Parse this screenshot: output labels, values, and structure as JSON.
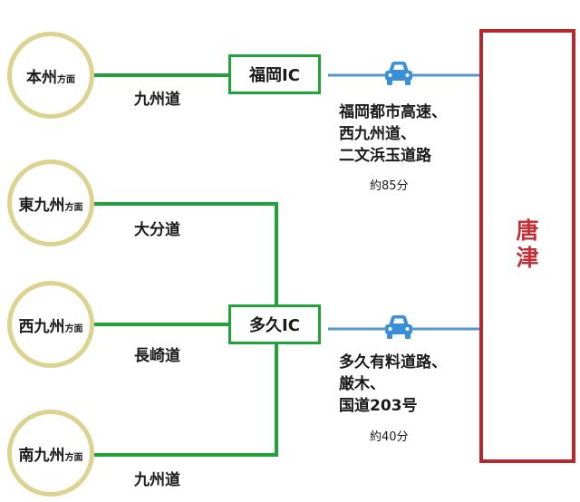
{
  "origins": [
    {
      "main": "本州",
      "suffix": "方面"
    },
    {
      "main": "東九州",
      "suffix": "方面"
    },
    {
      "main": "西九州",
      "suffix": "方面"
    },
    {
      "main": "南九州",
      "suffix": "方面"
    }
  ],
  "interchanges": [
    "福岡IC",
    "多久IC"
  ],
  "expressways": {
    "top": "九州道",
    "east": "大分道",
    "west": "長崎道",
    "south": "九州道"
  },
  "routes": [
    {
      "lines": [
        "福岡都市高速、",
        "西九州道、",
        "二文浜玉道路"
      ],
      "time": "約85分"
    },
    {
      "lines": [
        "多久有料道路、",
        "厳木、",
        "国道203号"
      ],
      "time": "約40分"
    }
  ],
  "destination": {
    "chars": [
      "唐",
      "津"
    ]
  },
  "colors": {
    "expressway_green": "#21a13a",
    "local_road_blue": "#5b96c8",
    "car_blue": "#3a8fd9",
    "destination_red": "#b9272c",
    "origin_ring": "#ddd391"
  },
  "icons": [
    "car-icon"
  ]
}
